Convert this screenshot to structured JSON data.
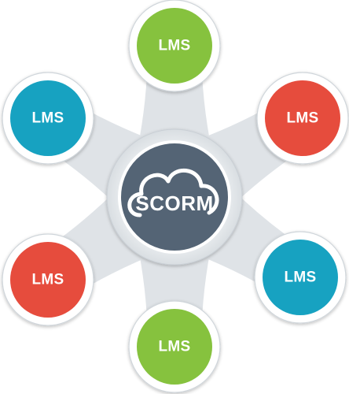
{
  "diagram": {
    "center": {
      "label": "SCORM",
      "icon": "cloud-icon",
      "color": "#546475"
    },
    "nodes": [
      {
        "id": "top",
        "label": "LMS",
        "color": "#86c23e"
      },
      {
        "id": "upper-right",
        "label": "LMS",
        "color": "#e64c3d"
      },
      {
        "id": "lower-right",
        "label": "LMS",
        "color": "#17a2c1"
      },
      {
        "id": "bottom",
        "label": "LMS",
        "color": "#86c23e"
      },
      {
        "id": "lower-left",
        "label": "LMS",
        "color": "#e64c3d"
      },
      {
        "id": "upper-left",
        "label": "LMS",
        "color": "#17a2c1"
      }
    ],
    "connector_color": "#dfe3e7"
  }
}
